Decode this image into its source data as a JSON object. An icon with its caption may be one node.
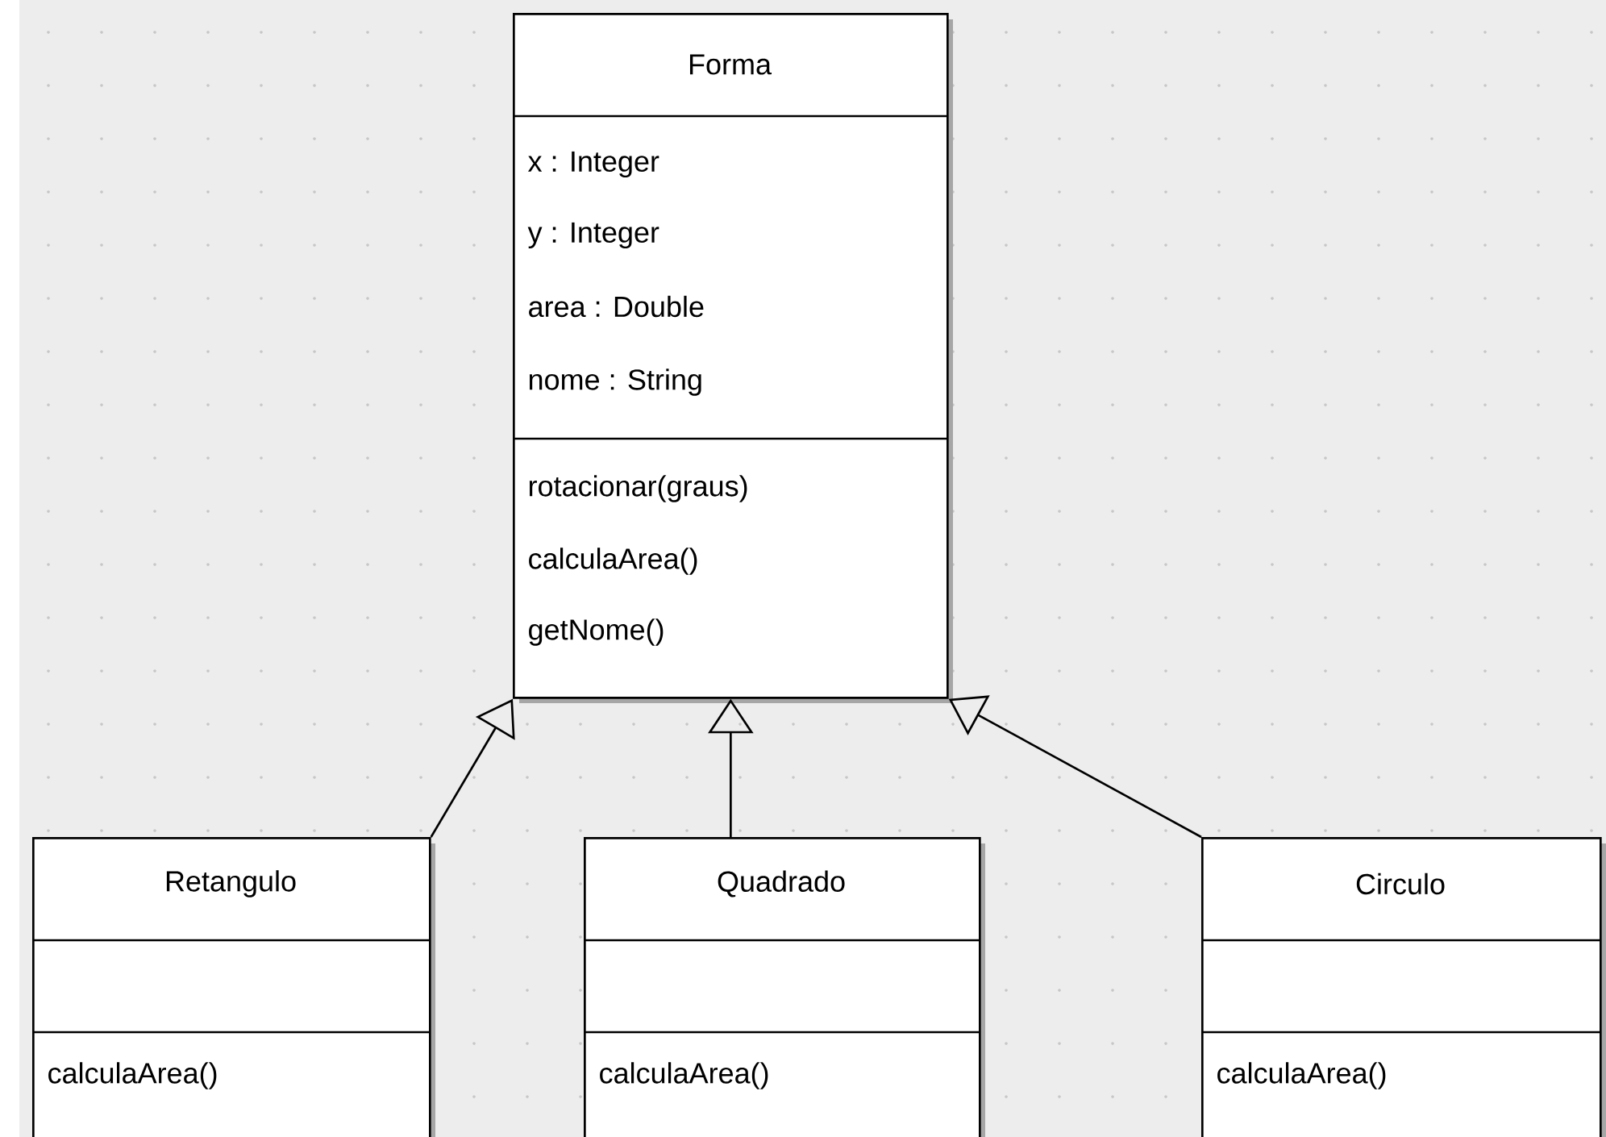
{
  "diagram": {
    "nodes": [
      {
        "text": [
          "Forma",
          "x : Integer",
          "y : Integer",
          "area : Double",
          "nome : String",
          "rotacionar(graus)",
          "calculaArea()",
          "getNome()"
        ]
      },
      {
        "text": [
          "Retangulo",
          "calculaArea()"
        ]
      },
      {
        "text": [
          "Quadrado",
          "calculaArea()"
        ]
      },
      {
        "text": [
          "Circulo",
          "calculaArea()"
        ]
      }
    ],
    "edges": [
      {
        "from": 1,
        "to": 0,
        "arrow": "to"
      },
      {
        "from": 2,
        "to": 0,
        "arrow": "to"
      },
      {
        "from": 3,
        "to": 0,
        "arrow": "to"
      }
    ]
  }
}
